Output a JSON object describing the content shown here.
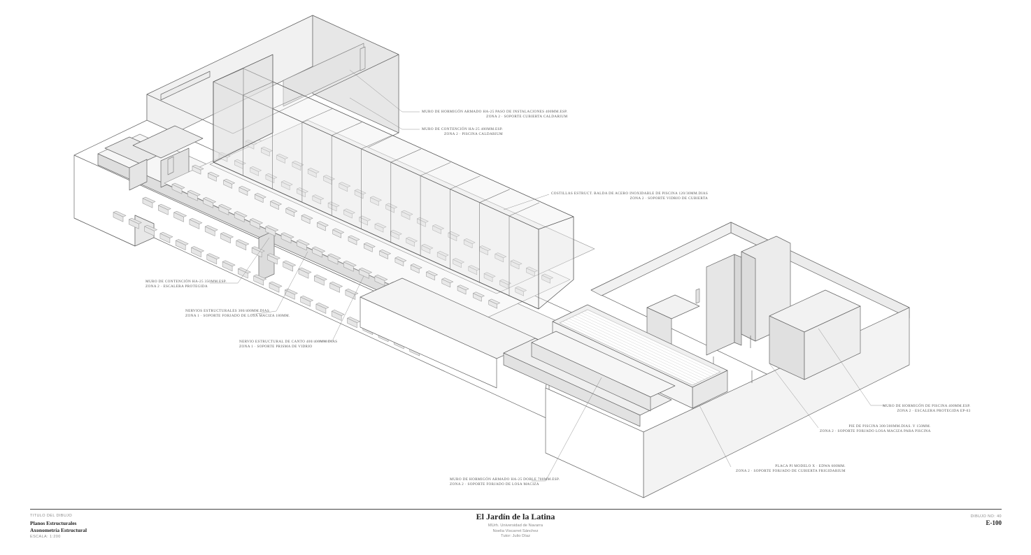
{
  "title_block": {
    "title_label": "TITULO DEL DIBUJO",
    "title_line1": "Planos Estructurales",
    "title_line2": "Axonometría Estructural",
    "scale": "ESCALA: 1:200",
    "project_title": "El Jardín de la Latina",
    "project_lines": [
      "MUrh. Universidad de Navarra",
      "Noelia Viscarret Sánchez",
      "Tutor: Julio Díaz"
    ],
    "drawing_no_label": "DIBUJO NO: 40",
    "drawing_code": "E-100"
  },
  "annotations": [
    {
      "line1": "MURO DE HORMIGÓN ARMADO HA-25 PASO DE INSTALACIONES 400mm.esp.",
      "line2": "ZONA 2 · SOPORTE CUBIERTA CALDARIUM"
    },
    {
      "line1": "MURO DE CONTENCIÓN HA-25 400mm.esp.",
      "line2": "ZONA 2 · PISCINA CALDARIUM"
    },
    {
      "line1": "COSTILLAS ESTRUCT. BALDA DE ACERO INOXIDABLE DE PISCINA 120/30mm.dias",
      "line2": "ZONA 2 · SOPORTE VIDRIO DE CUBIERTA"
    },
    {
      "line1": "MURO DE CONTENCIÓN HA-25 350mm.esp.",
      "line2": "ZONA 2 · ESCALERA PROTEGIDA"
    },
    {
      "line1": "NERVIOS ESTRUCTURALES 300/400mm.dias",
      "line2": "ZONA 1 · SOPORTE FORJADO DE LOSA MACIZA 180mm."
    },
    {
      "line1": "NERVIO ESTRUCTURAL DE CANTO 400/400mm.dias",
      "line2": "ZONA 1 · SOPORTE PRISMA DE VIDRIO"
    },
    {
      "line1": "MURO DE HORMIGÓN ARMADO HA-25 DOBLE 700mm.esp.",
      "line2": "ZONA 2 · SOPORTE FORJADO DE LOSA MACIZA"
    },
    {
      "line1": "PLACA PI MODELO X · EDWA 600mm.",
      "line2": "ZONA 2 · SOPORTE FORJADO DE CUBIERTA FRIGIDARIUM"
    },
    {
      "line1": "PIE DE PISCINA 300/300mm.dias. Y 150mm.",
      "line2": "ZONA 2 · SOPORTE FORJADO LOSA MACIZA PARA PISCINA"
    },
    {
      "line1": "MURO DE HORMIGÓN DE PISCINA 400mm.esp.",
      "line2": "ZONA 2 · ESCALERA PROTEGIDA EP-03"
    }
  ]
}
